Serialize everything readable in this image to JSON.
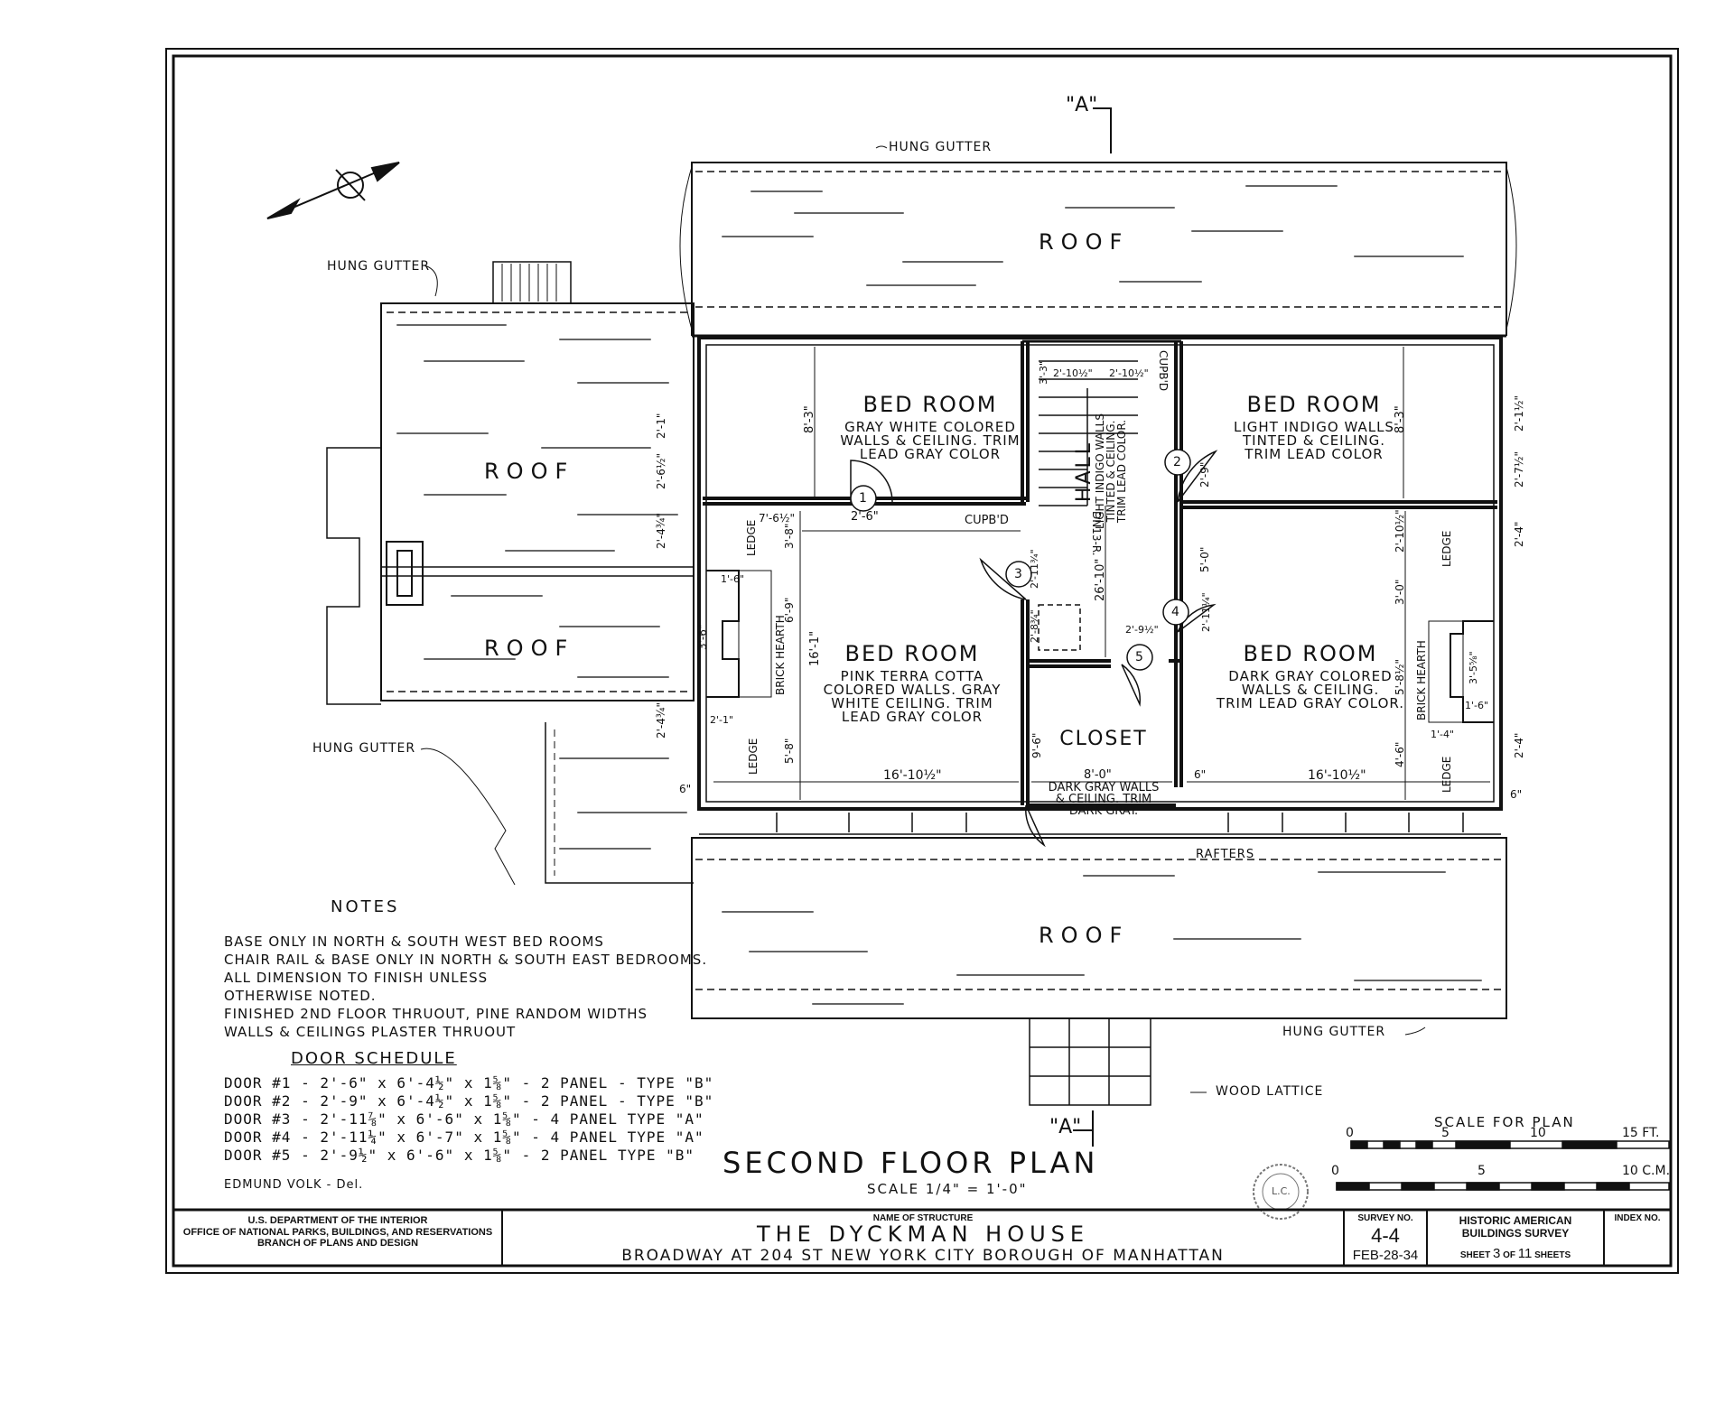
{
  "drawing": {
    "title": "SECOND FLOOR PLAN",
    "scale": "SCALE 1/4\" = 1'-0\"",
    "section_marker": "\"A\"",
    "delineator": "EDMUND VOLK - Del.",
    "stamp": "L.C."
  },
  "labels": {
    "roof": "ROOF",
    "hung_gutter": "HUNG GUTTER",
    "hall": "HALL",
    "hall_finish": [
      "LIGHT INDIGO WALLS",
      "TINTED & CEILING.",
      "TRIM LEAD COLOR."
    ],
    "dn": "DN13-R.",
    "cupbd": "CUPB'D",
    "ledge": "LEDGE",
    "brick_hearth": "BRICK HEARTH",
    "rafters": "RAFTERS",
    "wood_lattice": "WOOD LATTICE",
    "closet": "CLOSET",
    "closet_finish": [
      "DARK GRAY WALLS",
      "& CEILING. TRIM",
      "DARK GRAY."
    ]
  },
  "rooms": [
    {
      "name": "BED ROOM",
      "finish": [
        "GRAY WHITE COLORED",
        "WALLS & CEILING. TRIM",
        "LEAD GRAY COLOR"
      ]
    },
    {
      "name": "BED ROOM",
      "finish": [
        "LIGHT INDIGO WALLS",
        "TINTED & CEILING.",
        "TRIM LEAD COLOR"
      ]
    },
    {
      "name": "BED ROOM",
      "finish": [
        "PINK TERRA COTTA",
        "COLORED WALLS. GRAY",
        "WHITE CEILING. TRIM",
        "LEAD GRAY COLOR"
      ]
    },
    {
      "name": "BED ROOM",
      "finish": [
        "DARK GRAY COLORED",
        "WALLS & CEILING.",
        "TRIM LEAD GRAY COLOR."
      ]
    }
  ],
  "doors": [
    "1",
    "2",
    "3",
    "4",
    "5"
  ],
  "dimensions": {
    "nw_depth": "8'-3\"",
    "ne_depth": "8'-3\"",
    "door1_width": "2'-6\"",
    "sw_width": "16'-10½\"",
    "se_width": "16'-10½\"",
    "sw_depth": "16'-1\"",
    "hall_length": "26'-10\"",
    "closet_width": "8'-0\"",
    "closet_depth": "9'-6\"",
    "stair_a": "2'-10½\"",
    "stair_b": "2'-10½\"",
    "stair_c": "3'-3\"",
    "d_7_6": "7'-6½\"",
    "d_3_8": "3'-8\"",
    "d_6_9": "6'-9\"",
    "d_5_8": "5'-8\"",
    "d_3_6": "3'-6\"",
    "d_1_6": "1'-6\"",
    "d_2_1": "2'-1\"",
    "d_2_6": "2'-6½\"",
    "d_2_4a": "2'-4¾\"",
    "d_2_4b": "2'-4¾\"",
    "d_2_8": "2'-8¾\"",
    "d_2_9": "2'-9\"",
    "d_5_0": "5'-0\"",
    "d_2_10": "2'-10½\"",
    "d_3_0": "3'-0\"",
    "d_5_8b": "5'-8½\"",
    "d_4_6": "4'-6\"",
    "d_1_4": "1'-4\"",
    "d_3_5": "3'-5⅝\"",
    "d_2_1e": "2'-1½\"",
    "d_2_7": "2'-7½\"",
    "d_2_4e": "2'-4\"",
    "d_2_4f": "2'-4\"",
    "d_1_6e": "1'-6\"",
    "six": "6\"",
    "d_2_11": "2'-11¾\"",
    "d_2_92": "2'-9½\"",
    "d_2_11b": "2'-11¼\""
  },
  "notes": {
    "heading": "NOTES",
    "lines": [
      "BASE ONLY IN NORTH & SOUTH WEST BED ROOMS",
      "CHAIR RAIL & BASE ONLY IN NORTH & SOUTH EAST BEDROOMS.",
      "ALL DIMENSION TO FINISH UNLESS",
      "OTHERWISE NOTED.",
      "FINISHED 2ND FLOOR THRUOUT, PINE RANDOM WIDTHS",
      "WALLS & CEILINGS PLASTER THRUOUT"
    ]
  },
  "door_schedule": {
    "heading": "DOOR SCHEDULE",
    "rows": [
      "DOOR #1 -  2'-6\" x 6'-4½\" x 1⅝\"  - 2 PANEL - TYPE \"B\"",
      "DOOR #2 -  2'-9\" x 6'-4½\" x 1⅝\"  - 2 PANEL - TYPE \"B\"",
      "DOOR #3 -  2'-11⅞\" x 6'-6\" x 1⅝\"  - 4 PANEL  TYPE \"A\"",
      "DOOR #4 -  2'-11¼\" x 6'-7\"  x 1⅝\"  - 4 PANEL  TYPE \"A\"",
      "DOOR #5 -  2'-9½\" x 6'-6\"  x 1⅝\"  - 2 PANEL  TYPE \"B\""
    ]
  },
  "scale_bar": {
    "heading": "SCALE FOR PLAN",
    "feet_ticks": [
      "0",
      "5",
      "10",
      "15 FT."
    ],
    "cm_ticks": [
      "0",
      "5",
      "10 C.M."
    ]
  },
  "title_block": {
    "agency": [
      "U.S. DEPARTMENT OF THE INTERIOR",
      "OFFICE OF NATIONAL PARKS, BUILDINGS, AND RESERVATIONS",
      "BRANCH OF PLANS AND DESIGN"
    ],
    "name_label": "NAME OF STRUCTURE",
    "structure_name": "THE DYCKMAN HOUSE",
    "location": "BROADWAY AT 204 ST    NEW YORK CITY    BOROUGH OF MANHATTAN",
    "survey_label": "SURVEY NO.",
    "survey_no": "4-4",
    "survey_date": "FEB-28-34",
    "habs": [
      "HISTORIC AMERICAN",
      "BUILDINGS SURVEY"
    ],
    "sheet_prefix": "SHEET",
    "sheet_no": "3",
    "sheet_of": "OF",
    "sheet_total": "11",
    "sheet_suffix": "SHEETS",
    "index_label": "INDEX NO."
  }
}
